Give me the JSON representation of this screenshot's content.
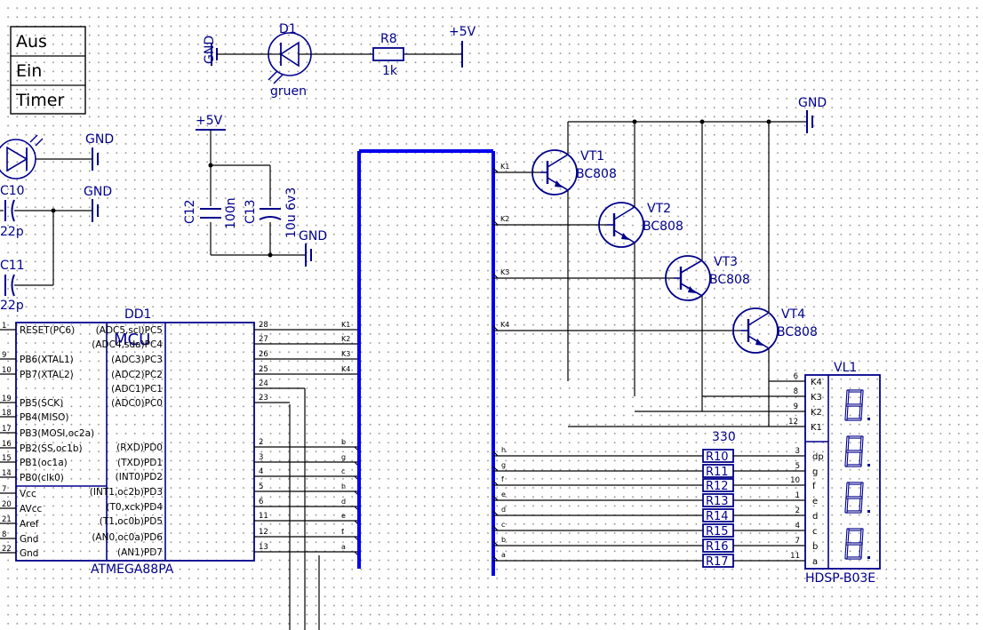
{
  "colors": {
    "wire": "#000000",
    "part": "#00008b",
    "bus": "#0000ee",
    "grid_dot": "#9a9a9a"
  },
  "legend_box": {
    "items": [
      "Aus",
      "Ein",
      "Timer"
    ]
  },
  "d1": {
    "ref": "D1",
    "value": "gruen",
    "gnd": "GND"
  },
  "r8": {
    "ref": "R8",
    "value": "1k",
    "supply": "+5V"
  },
  "left_led": {
    "gnd": "GND"
  },
  "c10": {
    "ref": "C10",
    "value": "22p",
    "gnd": "GND"
  },
  "c11": {
    "ref": "C11",
    "value": "22p"
  },
  "caps": {
    "supply": "+5V",
    "c12_ref": "C12",
    "c12_val": "100n",
    "c13_ref": "C13",
    "c13_val": "10u 6v3",
    "gnd": "GND"
  },
  "mcu": {
    "ref": "DD1",
    "name": "MCU",
    "part": "ATMEGA88PA",
    "left_pins": [
      {
        "num": "1",
        "label": "RESET(PC6)"
      },
      {
        "num": "9",
        "label": "PB6(XTAL1)"
      },
      {
        "num": "10",
        "label": "PB7(XTAL2)"
      },
      {
        "num": "19",
        "label": "PB5(SCK)"
      },
      {
        "num": "18",
        "label": "PB4(MISO)"
      },
      {
        "num": "17",
        "label": "PB3(MOSI,oc2a)"
      },
      {
        "num": "16",
        "label": "PB2(SS,oc1b)"
      },
      {
        "num": "15",
        "label": "PB1(oc1a)"
      },
      {
        "num": "14",
        "label": "PB0(clk0)"
      },
      {
        "num": "7",
        "label": "Vcc"
      },
      {
        "num": "20",
        "label": "AVcc"
      },
      {
        "num": "21",
        "label": "Aref"
      },
      {
        "num": "8",
        "label": "Gnd"
      },
      {
        "num": "22",
        "label": "Gnd"
      }
    ],
    "right_pins": [
      {
        "num": "28",
        "label": "(ADC5,scl)PC5",
        "net": "K1"
      },
      {
        "num": "27",
        "label": "(ADC4,sda)PC4",
        "net": "K2"
      },
      {
        "num": "26",
        "label": "(ADC3)PC3",
        "net": "K3"
      },
      {
        "num": "25",
        "label": "(ADC2)PC2",
        "net": "K4"
      },
      {
        "num": "24",
        "label": "(ADC1)PC1",
        "net": ""
      },
      {
        "num": "23",
        "label": "(ADC0)PC0",
        "net": ""
      },
      {
        "num": "2",
        "label": "(RXD)PD0",
        "net": "b"
      },
      {
        "num": "3",
        "label": "(TXD)PD1",
        "net": "g"
      },
      {
        "num": "4",
        "label": "(INT0)PD2",
        "net": "c"
      },
      {
        "num": "5",
        "label": "(INT1,oc2b)PD3",
        "net": "h"
      },
      {
        "num": "6",
        "label": "(T0,xck)PD4",
        "net": "d"
      },
      {
        "num": "11",
        "label": "(T1,oc0b)PD5",
        "net": "e"
      },
      {
        "num": "12",
        "label": "(AN0,oc0a)PD6",
        "net": "f"
      },
      {
        "num": "13",
        "label": "(AN1)PD7",
        "net": "a"
      }
    ]
  },
  "transistors": [
    {
      "ref": "VT1",
      "part": "BC808",
      "net": "K1"
    },
    {
      "ref": "VT2",
      "part": "BC808",
      "net": "K2"
    },
    {
      "ref": "VT3",
      "part": "BC808",
      "net": "K3"
    },
    {
      "ref": "VT4",
      "part": "BC808",
      "net": "K4"
    }
  ],
  "transistor_gnd": "GND",
  "resistors": {
    "value": "330",
    "items": [
      {
        "ref": "R10",
        "net": "h",
        "pin": "3",
        "seg": "dp"
      },
      {
        "ref": "R11",
        "net": "g",
        "pin": "5",
        "seg": "g"
      },
      {
        "ref": "R12",
        "net": "f",
        "pin": "10",
        "seg": "f"
      },
      {
        "ref": "R13",
        "net": "e",
        "pin": "1",
        "seg": "e"
      },
      {
        "ref": "R14",
        "net": "d",
        "pin": "2",
        "seg": "d"
      },
      {
        "ref": "R15",
        "net": "c",
        "pin": "4",
        "seg": "c"
      },
      {
        "ref": "R16",
        "net": "b",
        "pin": "7",
        "seg": "b"
      },
      {
        "ref": "R17",
        "net": "a",
        "pin": "11",
        "seg": "a"
      }
    ]
  },
  "display": {
    "ref": "VL1",
    "part": "HDSP-B03E",
    "commons": [
      {
        "label": "K4",
        "pin": "6"
      },
      {
        "label": "K3",
        "pin": "8"
      },
      {
        "label": "K2",
        "pin": "9"
      },
      {
        "label": "K1",
        "pin": "12"
      }
    ]
  }
}
